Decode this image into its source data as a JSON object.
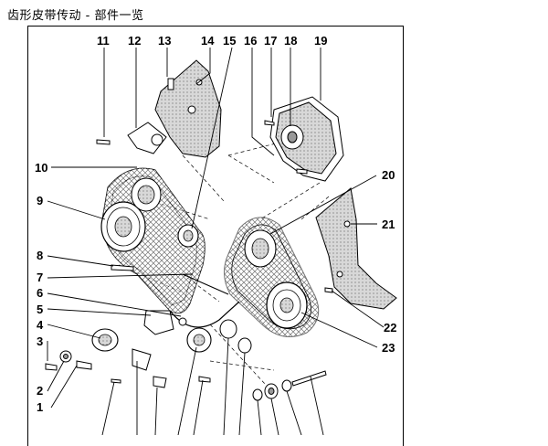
{
  "title": "齿形皮带传动 - 部件一览",
  "labels": [
    {
      "id": "11",
      "text": "11"
    },
    {
      "id": "12",
      "text": "12"
    },
    {
      "id": "13",
      "text": "13"
    },
    {
      "id": "14",
      "text": "14"
    },
    {
      "id": "15",
      "text": "15"
    },
    {
      "id": "16",
      "text": "16"
    },
    {
      "id": "17",
      "text": "17"
    },
    {
      "id": "18",
      "text": "18"
    },
    {
      "id": "19",
      "text": "19"
    },
    {
      "id": "10",
      "text": "10"
    },
    {
      "id": "20",
      "text": "20"
    },
    {
      "id": "9",
      "text": "9"
    },
    {
      "id": "21",
      "text": "21"
    },
    {
      "id": "8",
      "text": "8"
    },
    {
      "id": "7",
      "text": "7"
    },
    {
      "id": "6",
      "text": "6"
    },
    {
      "id": "5",
      "text": "5"
    },
    {
      "id": "22",
      "text": "22"
    },
    {
      "id": "4",
      "text": "4"
    },
    {
      "id": "23",
      "text": "23"
    },
    {
      "id": "3",
      "text": "3"
    },
    {
      "id": "2",
      "text": "2"
    },
    {
      "id": "1",
      "text": "1"
    }
  ]
}
